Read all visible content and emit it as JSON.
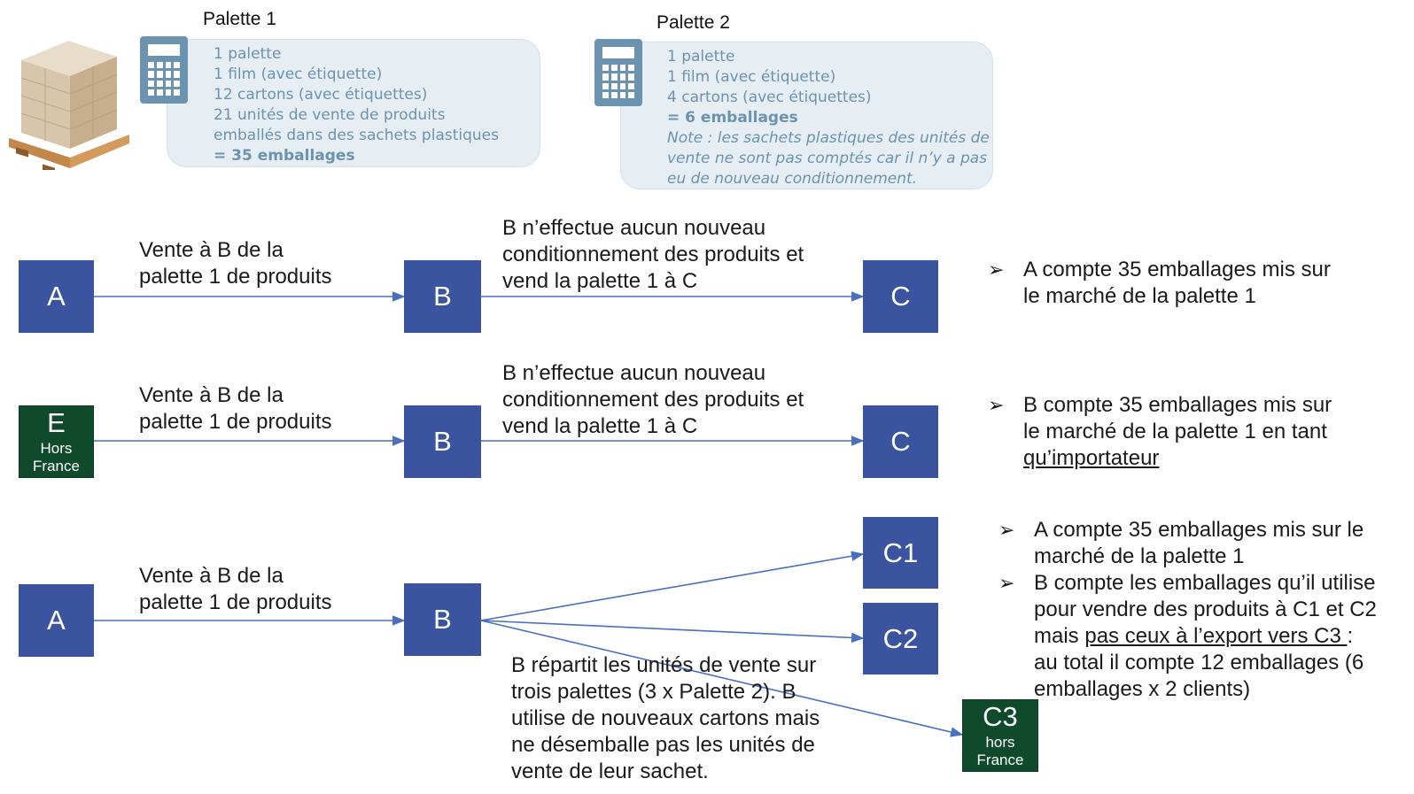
{
  "palette1": {
    "title": "Palette 1",
    "lines": [
      "1 palette",
      "1 film (avec étiquette)",
      "12 cartons (avec étiquettes)",
      "21 unités de vente de produits",
      "emballés dans des sachets plastiques"
    ],
    "total": "= 35 emballages"
  },
  "palette2": {
    "title": "Palette 2",
    "lines": [
      "1 palette",
      "1 film (avec étiquette)",
      "4 cartons (avec étiquettes)"
    ],
    "total": "= 6 emballages",
    "note": [
      "Note : les sachets plastiques des unités de",
      "vente ne sont pas comptés car il n’y a pas",
      "eu de nouveau conditionnement."
    ]
  },
  "row1": {
    "from": "A",
    "via": "B",
    "to": "C",
    "sale_label": [
      "Vente à B de la",
      "palette 1 de produits"
    ],
    "b_label": [
      "B n’effectue aucun nouveau",
      "conditionnement des produits et",
      "vend la palette 1 à C"
    ],
    "result": [
      "A compte 35 emballages mis sur",
      "le marché de la palette 1"
    ]
  },
  "row2": {
    "from_big": "E",
    "from_small": [
      "Hors",
      "France"
    ],
    "via": "B",
    "to": "C",
    "sale_label": [
      "Vente à B de la",
      "palette 1 de produits"
    ],
    "b_label": [
      "B n’effectue aucun nouveau",
      "conditionnement des produits et",
      "vend la palette 1 à C"
    ],
    "result": [
      "B compte 35 emballages mis sur",
      "le marché de la palette 1 en tant",
      "qu’importateur"
    ]
  },
  "row3": {
    "from": "A",
    "via": "B",
    "to1": "C1",
    "to2": "C2",
    "to3_big": "C3",
    "to3_small": [
      "hors",
      "France"
    ],
    "sale_label": [
      "Vente à B de la",
      "palette 1 de produits"
    ],
    "b_label": [
      "B répartit les unités de vente sur",
      "trois palettes (3 x Palette 2). B",
      "utilise de nouveaux cartons mais",
      "ne désemballe pas les unités de",
      "vente de leur sachet."
    ],
    "result1": [
      "A compte 35 emballages mis sur le",
      "marché de la palette 1"
    ],
    "result2_a": "B compte les emballages qu’il utilise",
    "result2_b": "pour vendre des produits à C1 et C2",
    "result2_c_pre": "mais ",
    "result2_c_u": "pas ceux à l’export vers C3 ",
    "result2_c_post": ":",
    "result2_d": "au total il compte 12 emballages (6",
    "result2_e": "emballages x 2 clients)"
  },
  "colors": {
    "node_blue": "#3a54a0",
    "node_green": "#0f4a2c",
    "arrow": "#4a6fc0",
    "info_text": "#6b93b0",
    "info_bg": "#e6eef4"
  }
}
